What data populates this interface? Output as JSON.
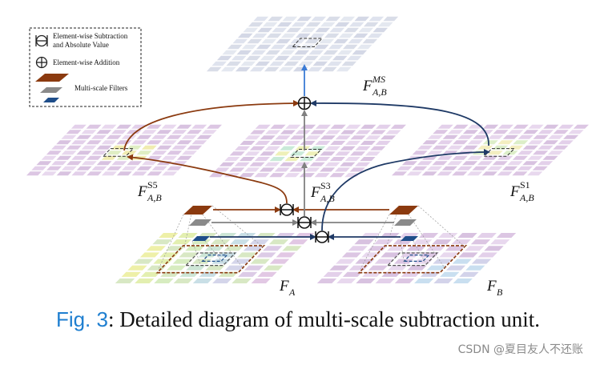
{
  "legend": {
    "subtraction_label_line1": "Element-wise Subtraction",
    "subtraction_label_line2": "and Absolute Value",
    "addition_label": "Element-wise Addition",
    "filters_label": "Multi-scale Filters"
  },
  "labels": {
    "ms_output": {
      "main": "F",
      "sub": "A,B",
      "sup": "MS"
    },
    "s5": {
      "main": "F",
      "sub": "A,B",
      "sup": "S5"
    },
    "s3": {
      "main": "F",
      "sub": "A,B",
      "sup": "S3"
    },
    "s1": {
      "main": "F",
      "sub": "A,B",
      "sup": "S1"
    },
    "fa": {
      "main": "F",
      "sub": "A"
    },
    "fb": {
      "main": "F",
      "sub": "B"
    }
  },
  "caption": {
    "fig_label": "Fig. 3",
    "text": ": Detailed diagram of multi-scale subtraction unit."
  },
  "watermark": "CSDN @夏目友人不还账",
  "colors": {
    "filter_large": "#8b3a0f",
    "filter_medium": "#8a8a8a",
    "filter_small": "#1f4e8a",
    "arrow_brown": "#8b3a0f",
    "arrow_gray": "#808080",
    "arrow_navy": "#1f3a66",
    "arrow_blue": "#3a7bd5",
    "caption_fig": "#1f7fd0"
  }
}
